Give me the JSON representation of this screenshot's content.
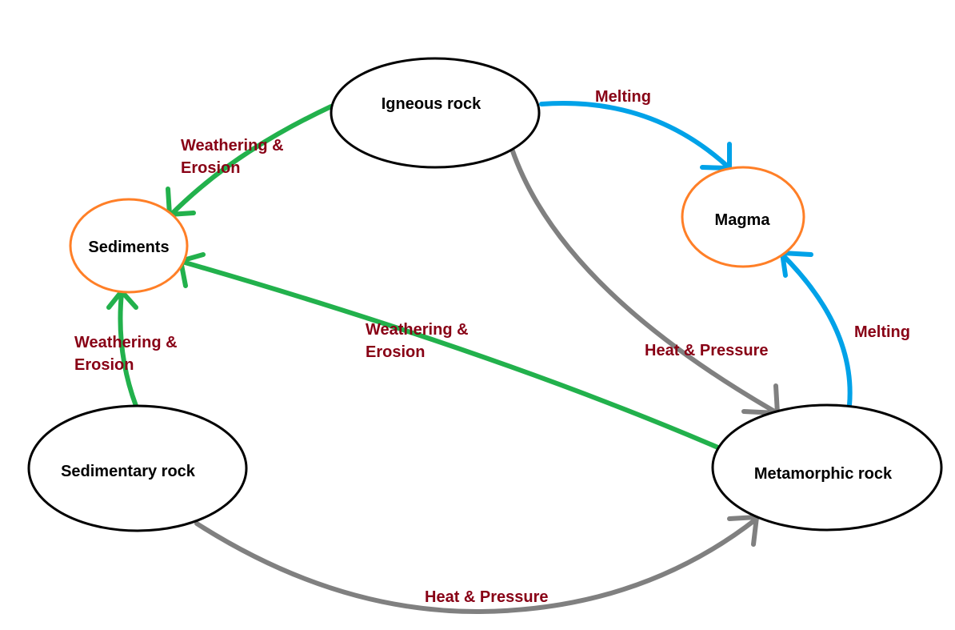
{
  "colors": {
    "weathering": "#22b14c",
    "melting": "#00a2e8",
    "heat_pressure": "#808080",
    "edge_label": "#880015",
    "rock_outline": "#000000",
    "intermediate_outline": "#ff7f27"
  },
  "nodes": {
    "igneous": "Igneous rock",
    "magma": "Magma",
    "sediments": "Sediments",
    "sedimentary": "Sedimentary rock",
    "metamorphic": "Metamorphic rock"
  },
  "edges": {
    "igneous_to_sediments": [
      "Weathering &",
      "Erosion"
    ],
    "sedimentary_to_sediments": [
      "Weathering &",
      "Erosion"
    ],
    "metamorphic_to_sediments": [
      "Weathering &",
      "Erosion"
    ],
    "igneous_to_magma": "Melting",
    "metamorphic_to_magma": "Melting",
    "igneous_to_metamorphic": "Heat & Pressure",
    "sedimentary_to_metamorphic": "Heat & Pressure"
  }
}
